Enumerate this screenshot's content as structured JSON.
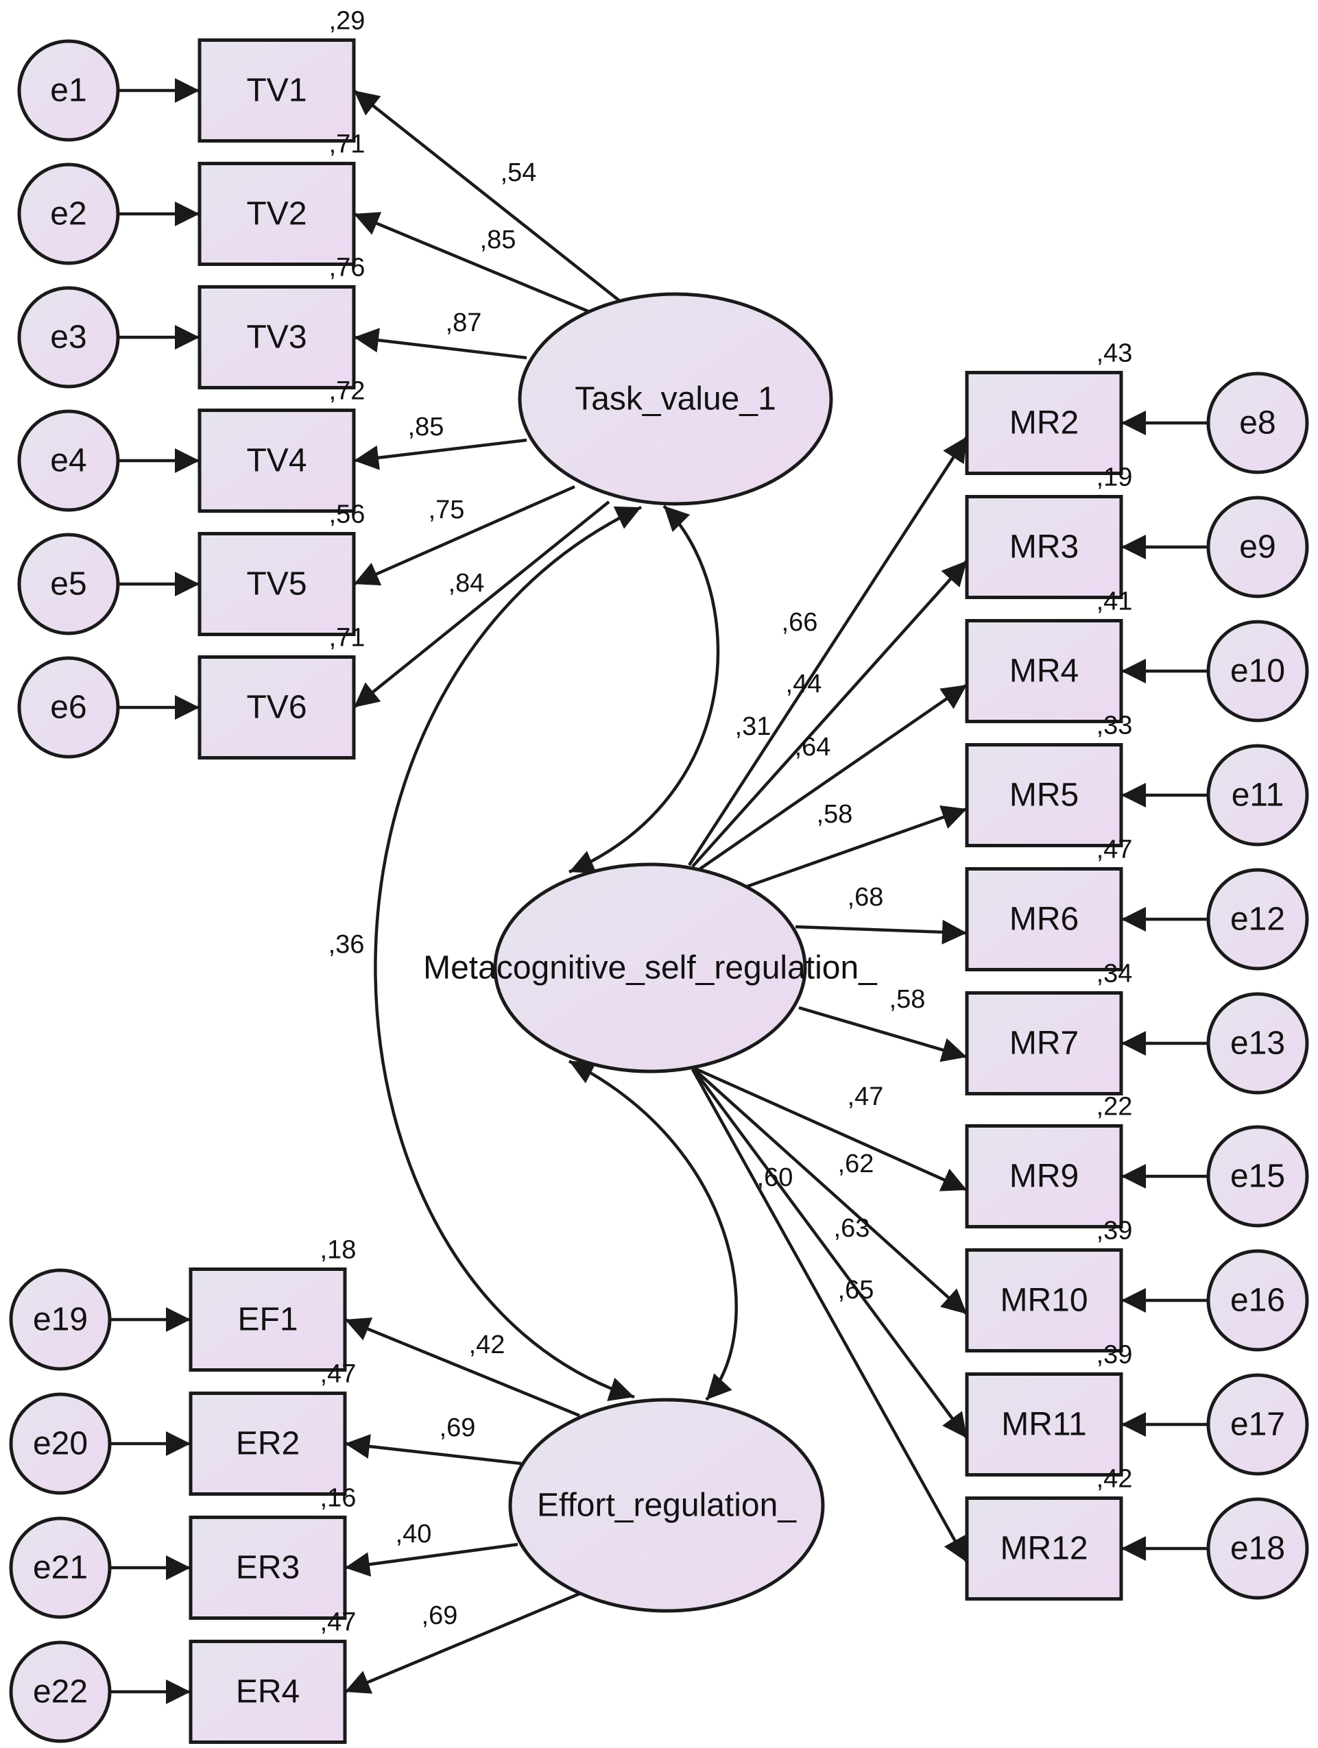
{
  "colors": {
    "fill_start": "#e6e4ee",
    "fill_end": "#ecd9f1",
    "stroke": "#1a1a1a"
  },
  "latents": {
    "tv": "Task_value_1",
    "mr": "Metacognitive_self_regulation_",
    "er": "Effort_regulation_"
  },
  "task_value": {
    "indicators": [
      {
        "error": "e1",
        "name": "TV1",
        "r2": ",29",
        "loading": ",54"
      },
      {
        "error": "e2",
        "name": "TV2",
        "r2": ",71",
        "loading": ",85"
      },
      {
        "error": "e3",
        "name": "TV3",
        "r2": ",76",
        "loading": ",87"
      },
      {
        "error": "e4",
        "name": "TV4",
        "r2": ",72",
        "loading": ",85"
      },
      {
        "error": "e5",
        "name": "TV5",
        "r2": ",56",
        "loading": ",75"
      },
      {
        "error": "e6",
        "name": "TV6",
        "r2": ",71",
        "loading": ",84"
      }
    ]
  },
  "metacognitive": {
    "indicators": [
      {
        "error": "e8",
        "name": "MR2",
        "r2": ",43",
        "loading": ",66"
      },
      {
        "error": "e9",
        "name": "MR3",
        "r2": ",19",
        "loading": ",44"
      },
      {
        "error": "e10",
        "name": "MR4",
        "r2": ",41",
        "loading": ",64"
      },
      {
        "error": "e11",
        "name": "MR5",
        "r2": ",33",
        "loading": ",58"
      },
      {
        "error": "e12",
        "name": "MR6",
        "r2": ",47",
        "loading": ",68"
      },
      {
        "error": "e13",
        "name": "MR7",
        "r2": ",34",
        "loading": ",58"
      },
      {
        "error": "e15",
        "name": "MR9",
        "r2": ",22",
        "loading": ",47"
      },
      {
        "error": "e16",
        "name": "MR10",
        "r2": ",39",
        "loading": ",62"
      },
      {
        "error": "e17",
        "name": "MR11",
        "r2": ",39",
        "loading": ",63"
      },
      {
        "error": "e18",
        "name": "MR12",
        "r2": ",42",
        "loading": ",65"
      }
    ]
  },
  "effort": {
    "indicators": [
      {
        "error": "e19",
        "name": "EF1",
        "r2": ",18",
        "loading": ",42"
      },
      {
        "error": "e20",
        "name": "ER2",
        "r2": ",47",
        "loading": ",69"
      },
      {
        "error": "e21",
        "name": "ER3",
        "r2": ",16",
        "loading": ",40"
      },
      {
        "error": "e22",
        "name": "ER4",
        "r2": ",47",
        "loading": ",69"
      }
    ]
  },
  "correlations": {
    "tv_mr": ",31",
    "tv_er": ",36",
    "mr_er": ",60"
  }
}
